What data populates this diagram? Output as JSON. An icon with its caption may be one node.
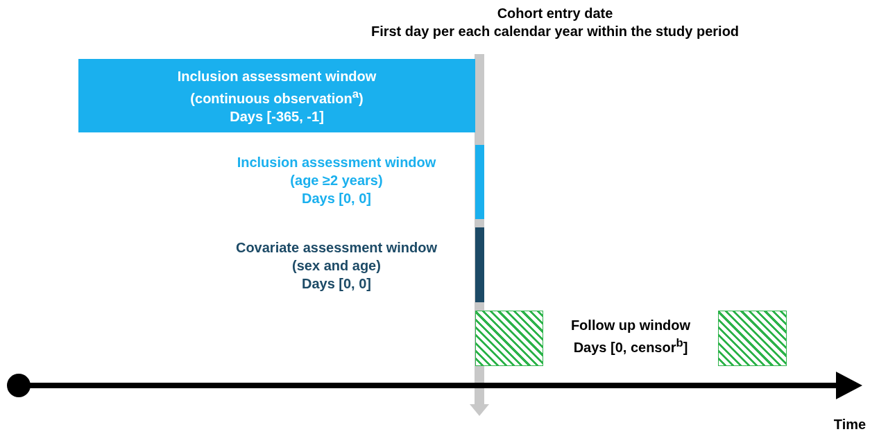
{
  "diagram": {
    "nodes": [
      {
        "text": [
          "Inclusion assessment window (continuous observation$^{a}$)",
          "Days [-365, -1]"
        ]
      },
      {
        "text": [
          "Inclusion assessment window (age ≥2 years)",
          "Days [0, 0]"
        ]
      },
      {
        "text": [
          "Covariate assessment window (sex and age)",
          "Days [0, 0]"
        ]
      },
      {
        "text": [],
        "shape": "box"
      },
      {
        "text": [
          "Follow up window",
          "Days [0, censor$^{b}$]"
        ]
      },
      {
        "text": [],
        "shape": "box"
      }
    ],
    "labels": [
      "Cohort entry date",
      "First day per each calendar year within the study period",
      "Time"
    ]
  }
}
